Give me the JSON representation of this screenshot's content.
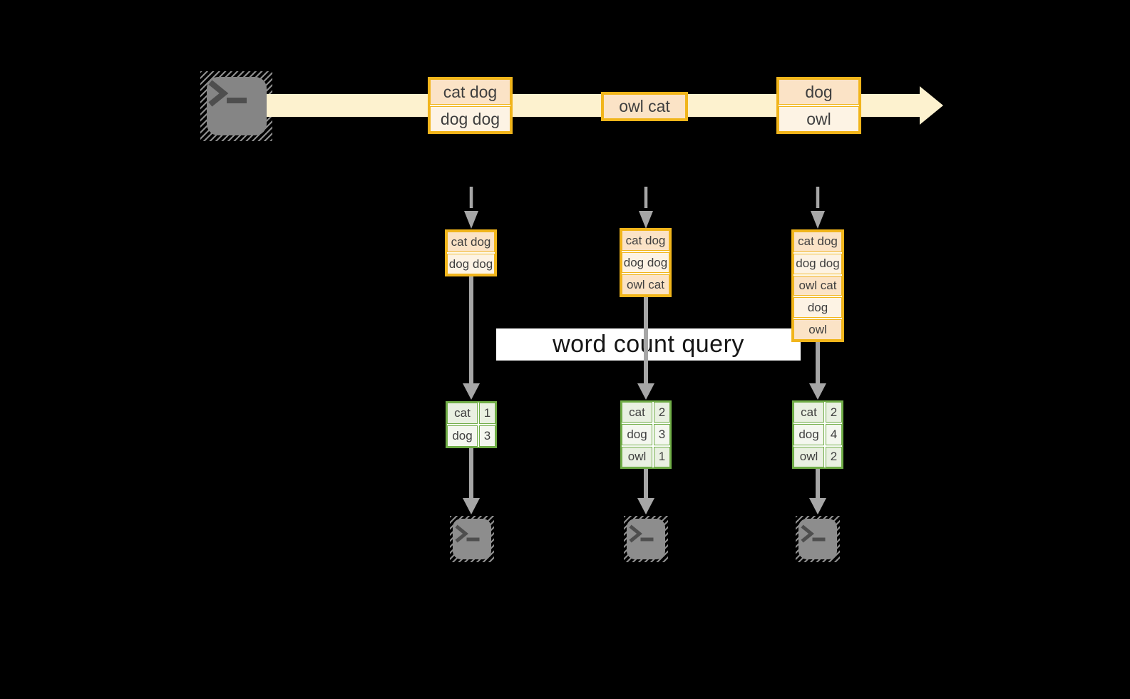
{
  "query_label": "word count query",
  "stream": {
    "batches": [
      {
        "rows": [
          "cat dog",
          "dog dog"
        ]
      },
      {
        "rows": [
          "owl cat"
        ]
      },
      {
        "rows": [
          "dog",
          "owl"
        ]
      }
    ]
  },
  "states": [
    {
      "rows": [
        "cat dog",
        "dog dog"
      ]
    },
    {
      "rows": [
        "cat dog",
        "dog dog",
        "owl cat"
      ]
    },
    {
      "rows": [
        "cat dog",
        "dog dog",
        "owl cat",
        "dog",
        "owl"
      ]
    }
  ],
  "results": [
    {
      "rows": [
        [
          "cat",
          "1"
        ],
        [
          "dog",
          "3"
        ]
      ]
    },
    {
      "rows": [
        [
          "cat",
          "2"
        ],
        [
          "dog",
          "3"
        ],
        [
          "owl",
          "1"
        ]
      ]
    },
    {
      "rows": [
        [
          "cat",
          "2"
        ],
        [
          "dog",
          "4"
        ],
        [
          "owl",
          "2"
        ]
      ]
    }
  ],
  "icons": {
    "source": "terminal-icon",
    "sinks": [
      "terminal-icon",
      "terminal-icon",
      "terminal-icon"
    ]
  },
  "colors": {
    "background": "#000000",
    "gold_border": "#f1b51b",
    "peach_fill": "#fbe3c6",
    "cream_fill": "#fdf3e4",
    "band_fill": "#fdf2cf",
    "green_border": "#70ad47",
    "green_fill_a": "#e9f0e1",
    "green_fill_b": "#f4f7ef",
    "arrow_gray": "#a6a6a6",
    "terminal_gray": "#858585",
    "query_box_bg": "#ffffff",
    "text": "#3f3f3f"
  }
}
